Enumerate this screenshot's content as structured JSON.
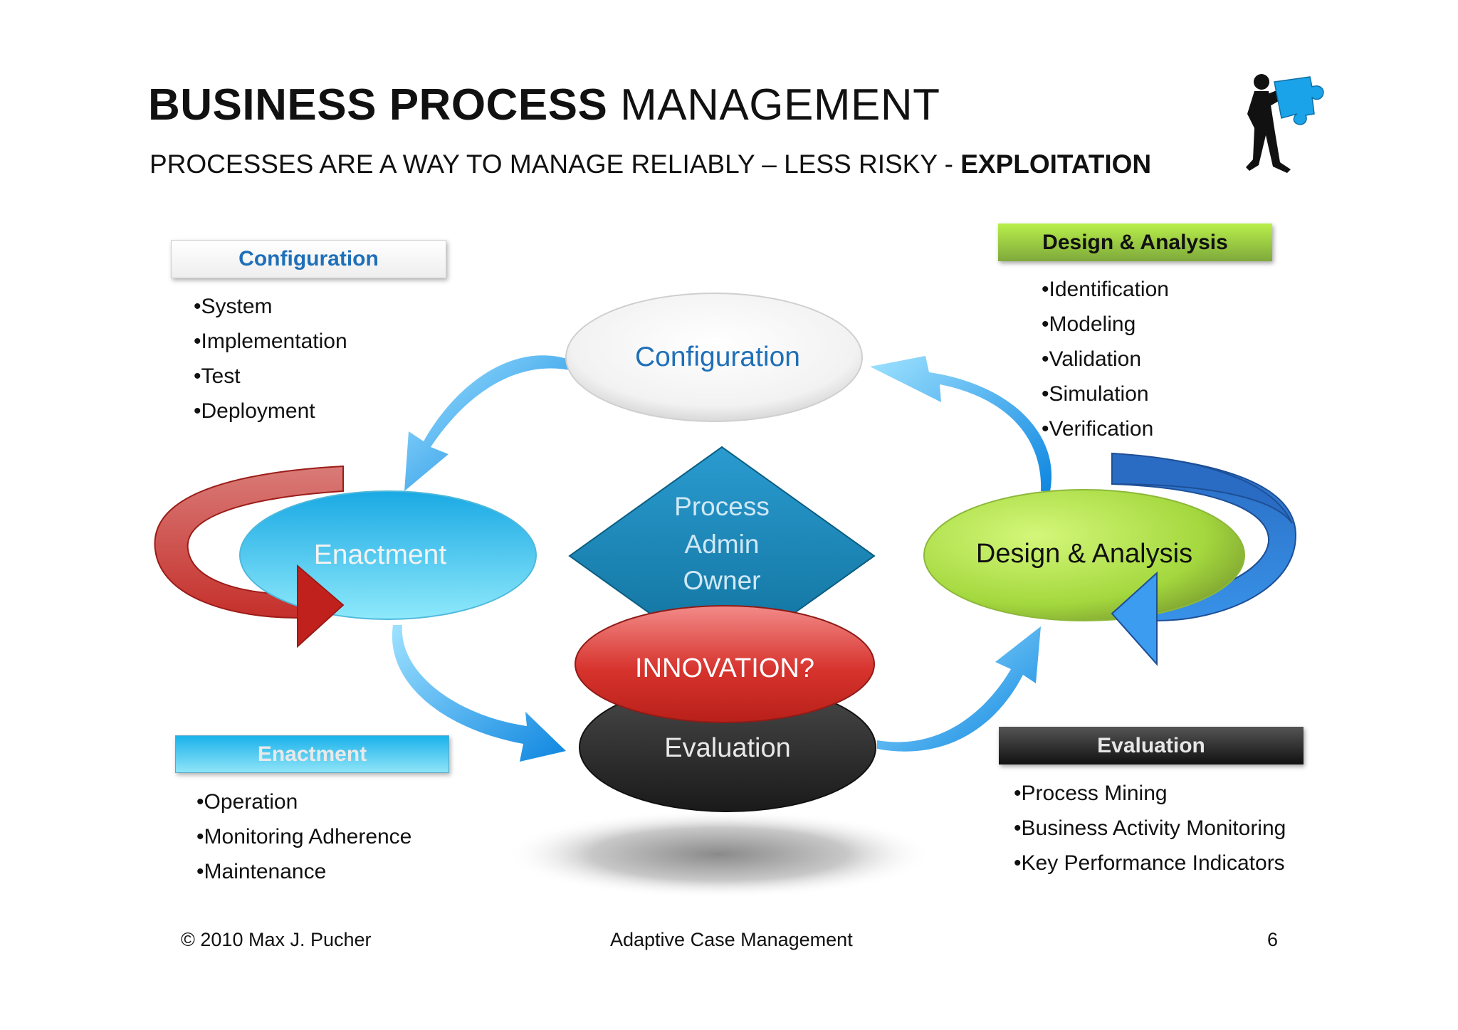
{
  "title": {
    "bold": "BUSINESS PROCESS",
    "regular": "MANAGEMENT"
  },
  "subtitle": {
    "regular": "PROCESSES ARE A WAY TO MANAGE RELIABLY – LESS RISKY - ",
    "bold": "EXPLOITATION"
  },
  "panels": {
    "configuration": {
      "heading": "Configuration",
      "items": [
        "System",
        "Implementation",
        "Test",
        "Deployment"
      ]
    },
    "design_analysis": {
      "heading": "Design & Analysis",
      "items": [
        "Identification",
        "Modeling",
        "Validation",
        "Simulation",
        "Verification"
      ]
    },
    "enactment": {
      "heading": "Enactment",
      "items": [
        "Operation",
        "Monitoring Adherence",
        "Maintenance"
      ]
    },
    "evaluation": {
      "heading": "Evaluation",
      "items": [
        "Process Mining",
        "Business Activity Monitoring",
        "Key Performance Indicators"
      ]
    }
  },
  "cycle": {
    "configuration": "Configuration",
    "enactment": "Enactment",
    "design_analysis": "Design & Analysis",
    "evaluation": "Evaluation",
    "innovation": "INNOVATION?",
    "center_lines": [
      "Process",
      "Admin",
      "Owner"
    ]
  },
  "colors": {
    "config_text": "#1f6fb8",
    "arrow_blue": "#1a9ae8",
    "enactment_cyan": "#5fd0f2",
    "design_green": "#a4d83e",
    "innovation_red": "#d7332d",
    "evaluation_dark": "#2c2c2c",
    "diamond_blue": "#1a86b8",
    "loop_red": "#cc2a26",
    "loop_blue": "#2a7fd0"
  },
  "footer": {
    "copyright": "© 2010 Max J. Pucher",
    "center": "Adaptive Case Management",
    "page": "6"
  },
  "icons": {
    "top_right": "person-carrying-puzzle-piece-icon"
  }
}
